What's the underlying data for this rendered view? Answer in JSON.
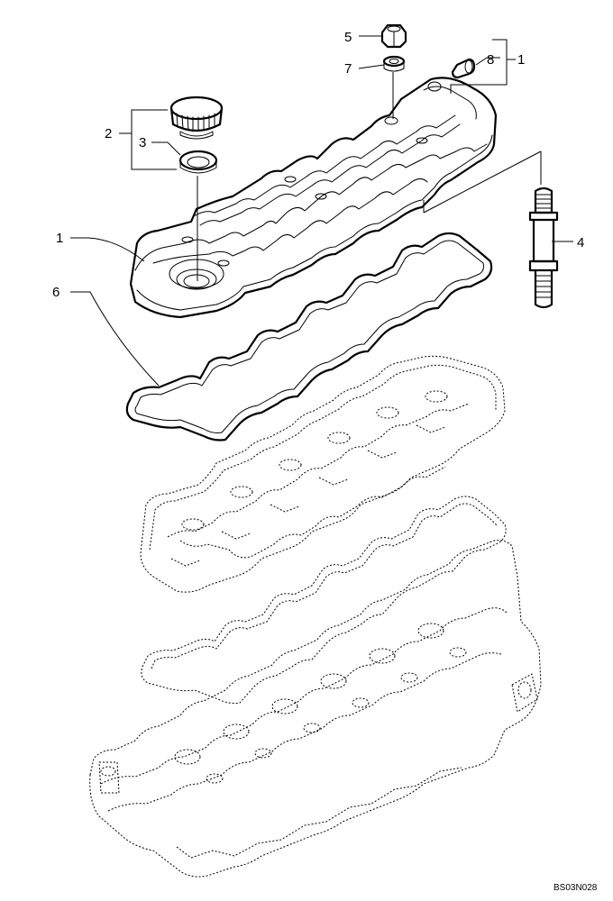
{
  "callouts": [
    {
      "id": "5",
      "label": "5"
    },
    {
      "id": "7",
      "label": "7"
    },
    {
      "id": "8",
      "label": "8"
    },
    {
      "id": "1-top",
      "label": "1"
    },
    {
      "id": "2",
      "label": "2"
    },
    {
      "id": "3",
      "label": "3"
    },
    {
      "id": "1",
      "label": "1"
    },
    {
      "id": "4",
      "label": "4"
    },
    {
      "id": "6",
      "label": "6"
    }
  ],
  "drawing_ref": "BS03N028"
}
